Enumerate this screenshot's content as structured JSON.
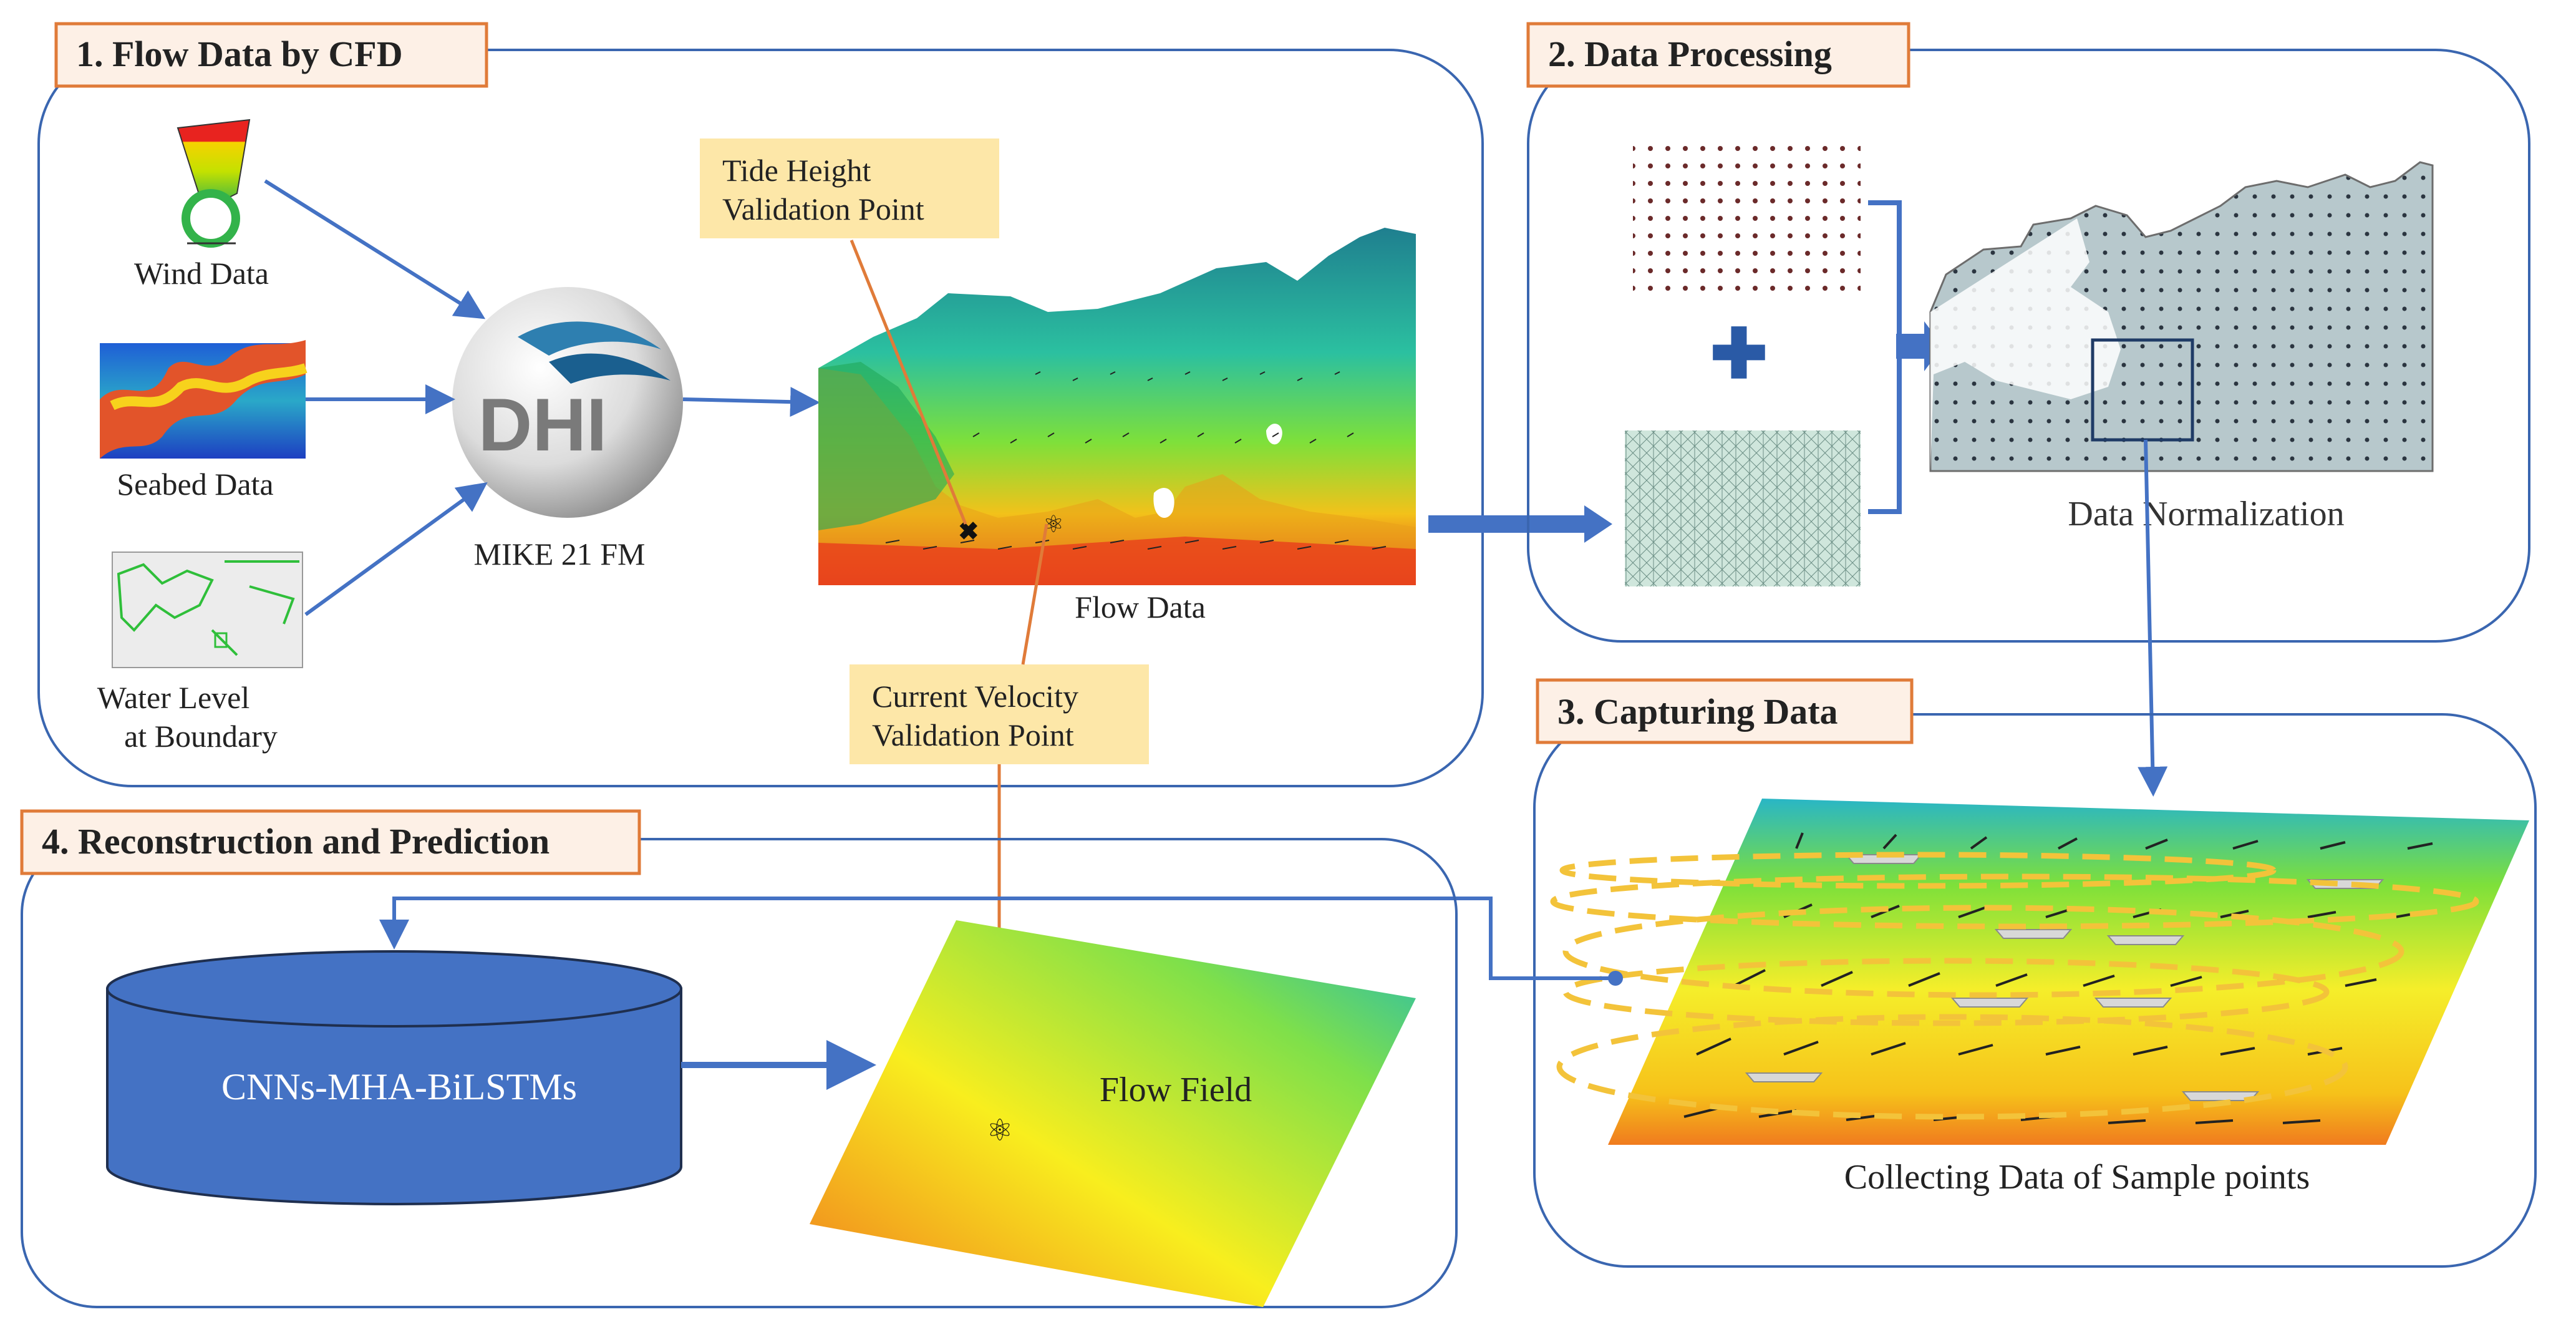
{
  "panels": {
    "p1": {
      "title": "1. Flow Data by CFD"
    },
    "p2": {
      "title": "2. Data Processing"
    },
    "p3": {
      "title": "3. Capturing Data"
    },
    "p4": {
      "title": "4. Reconstruction and Prediction"
    }
  },
  "inputs": {
    "wind": "Wind Data",
    "seabed": "Seabed Data",
    "water_line1": "Water Level",
    "water_line2": "at Boundary"
  },
  "model": {
    "logo_text": "DHI",
    "name": "MIKE 21 FM"
  },
  "flow": {
    "caption": "Flow Data",
    "tide_line1": "Tide Height",
    "tide_line2": "Validation Point",
    "current_line1": "Current Velocity",
    "current_line2": "Validation Point"
  },
  "processing": {
    "caption": "Data Normalization"
  },
  "capturing": {
    "caption": "Collecting Data of Sample points"
  },
  "reconstruction": {
    "network": "CNNs-MHA-BiLSTMs",
    "field": "Flow Field"
  },
  "colors": {
    "panel_border": "#3a66b0",
    "title_border": "#e07b39",
    "title_fill": "#fdf0e6",
    "arrow": "#4472c4",
    "callout_fill": "#fde7a8",
    "callout_line": "#e07b39",
    "cylinder": "#4472c4"
  }
}
